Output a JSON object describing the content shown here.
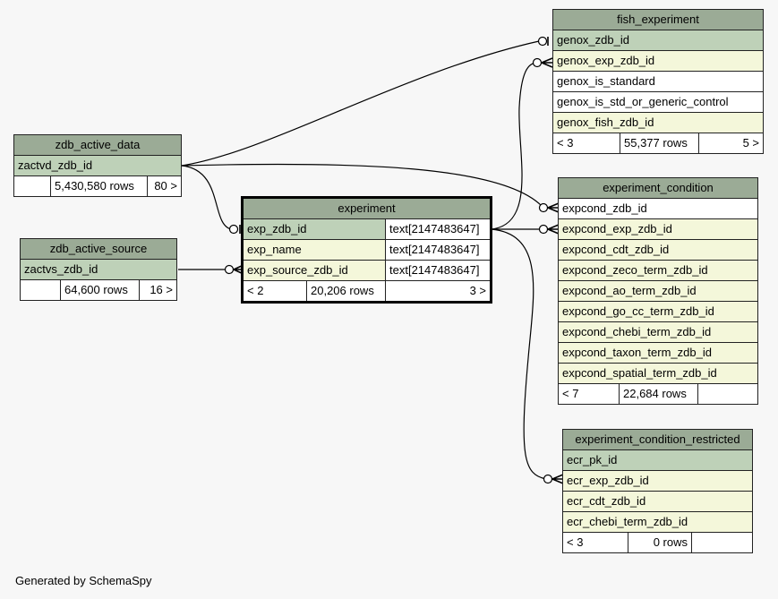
{
  "footer": "Generated by SchemaSpy",
  "colors": {
    "header": "#9bab96",
    "primary_key": "#bed1b8",
    "foreign_key": "#f4f7da",
    "plain": "#ffffff",
    "background": "#f7f7f7"
  },
  "tables": {
    "fish_experiment": {
      "name": "fish_experiment",
      "columns": [
        "genox_zdb_id",
        "genox_exp_zdb_id",
        "genox_is_standard",
        "genox_is_std_or_generic_control",
        "genox_fish_zdb_id"
      ],
      "parents": "< 3",
      "rows": "55,377 rows",
      "children": "5 >"
    },
    "zdb_active_data": {
      "name": "zdb_active_data",
      "columns": [
        "zactvd_zdb_id"
      ],
      "parents": "",
      "rows": "5,430,580 rows",
      "children": "80 >"
    },
    "zdb_active_source": {
      "name": "zdb_active_source",
      "columns": [
        "zactvs_zdb_id"
      ],
      "parents": "",
      "rows": "64,600 rows",
      "children": "16 >"
    },
    "experiment": {
      "name": "experiment",
      "columns": [
        "exp_zdb_id",
        "exp_name",
        "exp_source_zdb_id"
      ],
      "types": [
        "text[2147483647]",
        "text[2147483647]",
        "text[2147483647]"
      ],
      "parents": "< 2",
      "rows": "20,206 rows",
      "children": "3 >"
    },
    "experiment_condition": {
      "name": "experiment_condition",
      "columns": [
        "expcond_zdb_id",
        "expcond_exp_zdb_id",
        "expcond_cdt_zdb_id",
        "expcond_zeco_term_zdb_id",
        "expcond_ao_term_zdb_id",
        "expcond_go_cc_term_zdb_id",
        "expcond_chebi_term_zdb_id",
        "expcond_taxon_term_zdb_id",
        "expcond_spatial_term_zdb_id"
      ],
      "parents": "< 7",
      "rows": "22,684 rows",
      "children": ""
    },
    "experiment_condition_restricted": {
      "name": "experiment_condition_restricted",
      "columns": [
        "ecr_pk_id",
        "ecr_exp_zdb_id",
        "ecr_cdt_zdb_id",
        "ecr_chebi_term_zdb_id"
      ],
      "parents": "< 3",
      "rows": "0 rows",
      "children": ""
    }
  }
}
